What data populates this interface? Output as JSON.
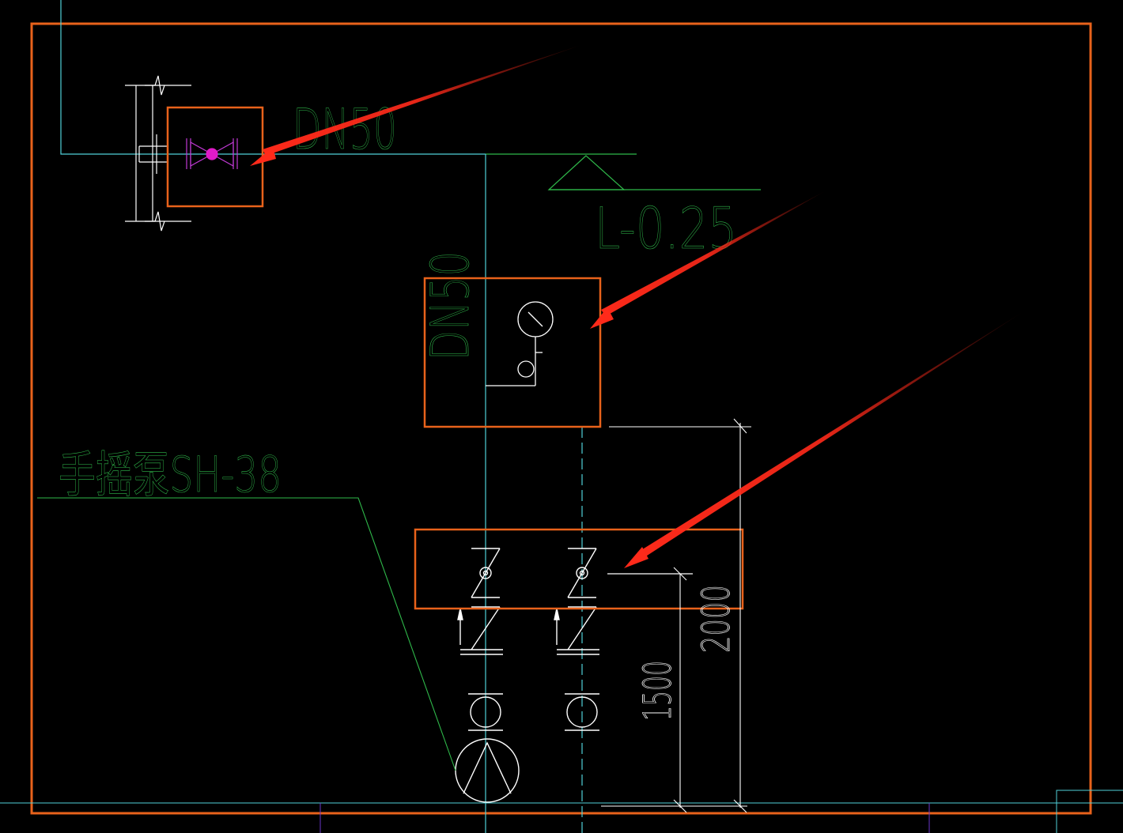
{
  "background_color": "#000000",
  "colors": {
    "highlight_frame": "#e8621b",
    "annotation_arrow": "#ff2a1a",
    "pipe_cyan": "#4fd0d8",
    "dimension_white": "#ffffff",
    "label_green": "#2fb84a",
    "valve_magenta": "#c23ad6",
    "valve_dot": "#e01ac8",
    "border_purple": "#6a36c8"
  },
  "labels": {
    "pipe_main_size": "DN50",
    "pipe_riser_size": "DN50",
    "elevation": "L-0.25",
    "pump_name": "手摇泵SH-38",
    "dim_upper": "2000",
    "dim_lower": "1500"
  },
  "icons": [
    "gate-valve-icon",
    "pressure-gauge-icon",
    "check-valve-icon",
    "pump-icon",
    "elevation-marker-icon",
    "pipe-break-icon"
  ]
}
